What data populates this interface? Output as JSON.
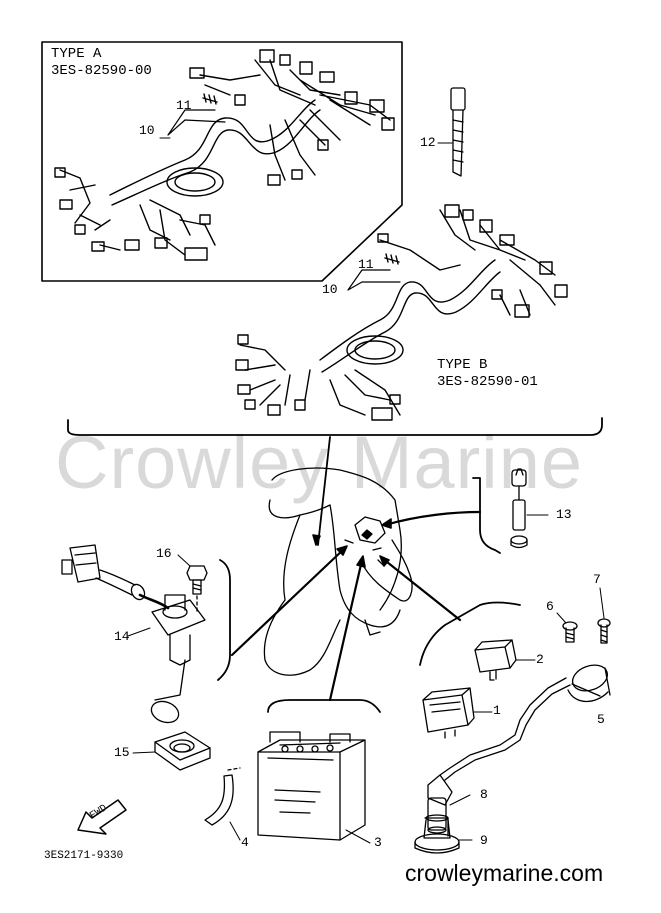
{
  "type_a": {
    "title": "TYPE A",
    "part_no": "3ES-82590-00"
  },
  "type_b": {
    "title": "TYPE B",
    "part_no": "3ES-82590-01"
  },
  "callouts": {
    "c1": "1",
    "c2": "2",
    "c3": "3",
    "c4": "4",
    "c5": "5",
    "c6": "6",
    "c7": "7",
    "c8": "8",
    "c9": "9",
    "c10a": "10",
    "c11a": "11",
    "c10b": "10",
    "c11b": "11",
    "c12": "12",
    "c13": "13",
    "c14": "14",
    "c15": "15",
    "c16": "16"
  },
  "fwd_label": "FWD",
  "diagram_code": "3ES2171-9330",
  "watermark": "Crowley Marine",
  "site": "crowleymarine.com"
}
